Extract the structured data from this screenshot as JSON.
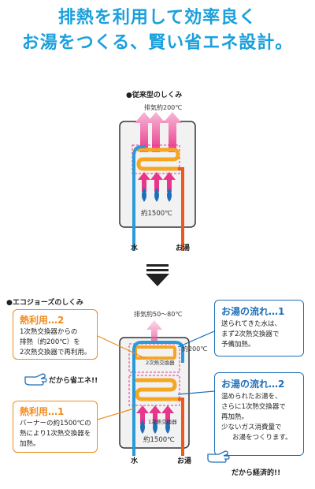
{
  "title": {
    "line1": "排熱を利用して効率良く",
    "line2": "お湯をつくる、賢い省エネ設計。"
  },
  "conventional": {
    "heading": "●従来型のしくみ",
    "exhaust_label": "排気約200℃",
    "flame_temp": "約1500℃",
    "water_label": "水",
    "hot_water_label": "お湯"
  },
  "eco": {
    "heading": "●エコジョーズのしくみ",
    "exhaust_label": "排気約50～80℃",
    "temp_mid": "約200℃",
    "flame_temp": "約1500℃",
    "secondary_hx": "2次熱交換器",
    "primary_hx": "1次熱交換器",
    "water_label": "水",
    "hot_water_label": "お湯"
  },
  "callouts": {
    "heat2": {
      "title": "熱利用…2",
      "lines": [
        "1次熱交換器からの",
        "排熱（約200℃）を",
        "2次熱交換器で再利用。"
      ]
    },
    "saving": "だから省エネ!!",
    "heat1": {
      "title": "熱利用…1",
      "lines": [
        "バーナーの約1500℃の",
        "熱により1次熱交換器を",
        "加熱。"
      ]
    },
    "flow1": {
      "title": "お湯の流れ…1",
      "lines": [
        "送られてきた水は、",
        "まず2次熱交換器で",
        "予備加熱。"
      ]
    },
    "flow2": {
      "title": "お湯の流れ…2",
      "lines": [
        "温められたお湯を、",
        "さらに1次熱交換器で",
        "再加熱。",
        "少ないガス消費量で",
        "お湯をつくります。"
      ]
    },
    "economy": "だから経済的!!"
  },
  "colors": {
    "title_blue": "#1aa0dc",
    "orange": "#f08c1e",
    "dark_blue": "#1f6fb8",
    "pink": "#e8368a",
    "water_blue": "#2a9bd8",
    "pipe_orange": "#e85a1e"
  }
}
